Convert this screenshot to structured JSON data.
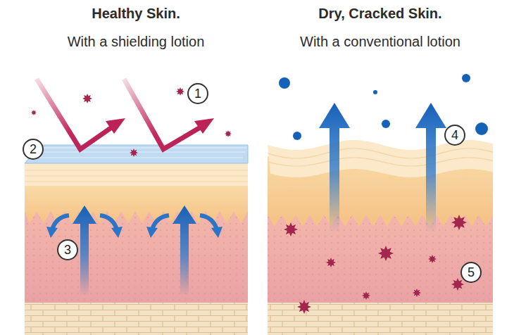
{
  "diagram": {
    "nodes": [
      {
        "text": [
          "1"
        ]
      },
      {
        "text": [
          "2"
        ]
      },
      {
        "text": [
          "3"
        ]
      },
      {
        "text": [
          "4"
        ]
      },
      {
        "text": [
          "5"
        ]
      }
    ],
    "labels": [
      "Healthy Skin.",
      "With a shielding lotion",
      "Dry, Cracked Skin.",
      "With a conventional lotion"
    ]
  }
}
